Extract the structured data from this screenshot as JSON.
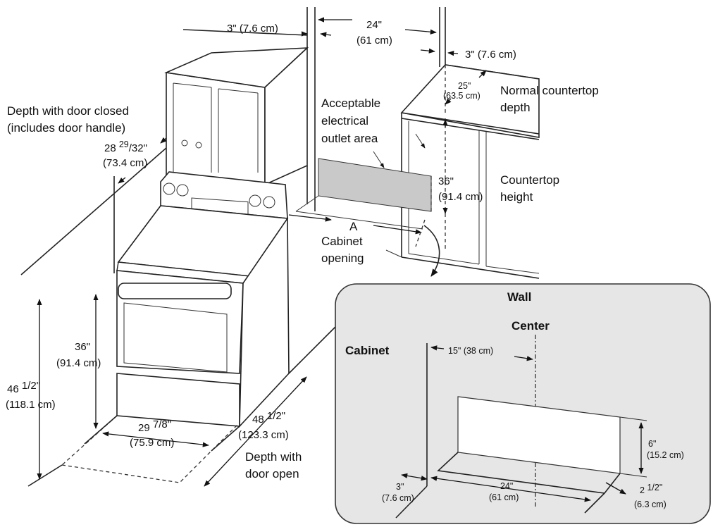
{
  "colors": {
    "inset_bg": "#e6e6e6",
    "outlet_area": "#c9c9c9",
    "line": "#222222"
  },
  "top": {
    "left_gap": "3\" (7.6 cm)",
    "opening_in": "24\"",
    "opening_cm": "(61 cm)",
    "right_gap": "3\" (7.6 cm)"
  },
  "countertop": {
    "depth_in": "25\"",
    "depth_cm": "(63.5 cm)",
    "depth_label_1": "Normal countertop",
    "depth_label_2": "depth",
    "height_in": "36\"",
    "height_cm": "(91.4 cm)",
    "height_label_1": "Countertop",
    "height_label_2": "height"
  },
  "outlet": {
    "label_1": "Acceptable",
    "label_2": "electrical",
    "label_3": "outlet area"
  },
  "opening": {
    "letter": "A",
    "label_1": "Cabinet",
    "label_2": "opening"
  },
  "range": {
    "closed_label_1": "Depth with door closed",
    "closed_label_2": "(includes door handle)",
    "closed_depth_whole": "28",
    "closed_depth_frac_num": "29",
    "closed_depth_frac_den": "/32\"",
    "closed_depth_cm": "(73.4 cm)",
    "oven_height_in": "36\"",
    "oven_height_cm": "(91.4 cm)",
    "total_height_whole": "46",
    "total_height_frac": "1/2\"",
    "total_height_cm": "(118.1 cm)",
    "width_whole": "29",
    "width_frac": "7/8\"",
    "width_cm": "(75.9 cm)",
    "open_depth_whole": "48",
    "open_depth_frac": "1/2\"",
    "open_depth_cm": "(123.3 cm)",
    "open_label_1": "Depth with",
    "open_label_2": "door open"
  },
  "inset": {
    "wall": "Wall",
    "center": "Center",
    "cabinet": "Cabinet",
    "center_offset": "15\" (38 cm)",
    "height_in": "6\"",
    "height_cm": "(15.2 cm)",
    "width_in": "24\"",
    "width_cm": "(61 cm)",
    "left_in": "3\"",
    "left_cm": "(7.6 cm)",
    "right_whole": "2",
    "right_frac": "1/2\"",
    "right_cm": "(6.3 cm)"
  }
}
